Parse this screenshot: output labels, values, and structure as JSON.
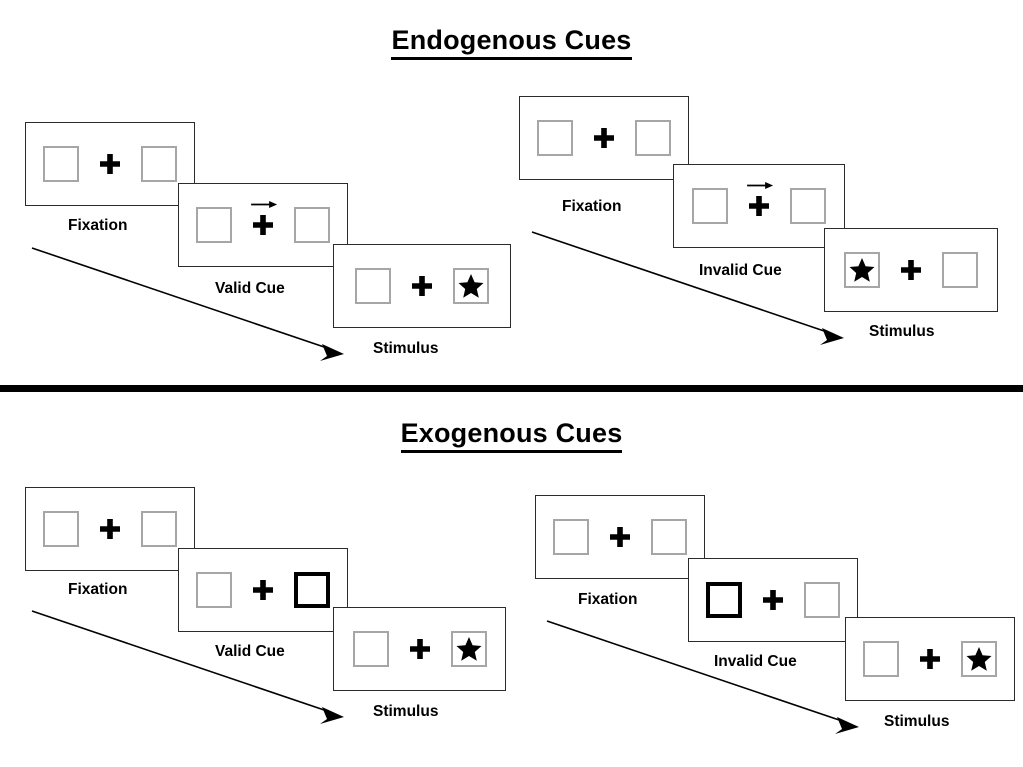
{
  "figure": {
    "type": "posner-cueing-paradigm",
    "background_color": "#ffffff",
    "ink_color": "#000000",
    "box_outline_color": "#a6a6a6",
    "cued_box_outline_color": "#000000"
  },
  "sections": [
    {
      "id": "endogenous",
      "title": "Endogenous Cues",
      "sequences": [
        {
          "id": "endogenous-valid",
          "condition": "valid",
          "panels": [
            {
              "label": "Fixation",
              "left_box": {
                "cued": false,
                "star": false
              },
              "right_box": {
                "cued": false,
                "star": false
              },
              "center_arrow": false,
              "center_symbol": "plus"
            },
            {
              "label": "Valid Cue",
              "left_box": {
                "cued": false,
                "star": false
              },
              "right_box": {
                "cued": false,
                "star": false
              },
              "center_arrow": true,
              "center_arrow_direction": "right",
              "center_symbol": "plus"
            },
            {
              "label": "Stimulus",
              "left_box": {
                "cued": false,
                "star": false
              },
              "right_box": {
                "cued": false,
                "star": true
              },
              "center_arrow": false,
              "center_symbol": "plus"
            }
          ]
        },
        {
          "id": "endogenous-invalid",
          "condition": "invalid",
          "panels": [
            {
              "label": "Fixation",
              "left_box": {
                "cued": false,
                "star": false
              },
              "right_box": {
                "cued": false,
                "star": false
              },
              "center_arrow": false,
              "center_symbol": "plus"
            },
            {
              "label": "Invalid Cue",
              "left_box": {
                "cued": false,
                "star": false
              },
              "right_box": {
                "cued": false,
                "star": false
              },
              "center_arrow": true,
              "center_arrow_direction": "right",
              "center_symbol": "plus"
            },
            {
              "label": "Stimulus",
              "left_box": {
                "cued": false,
                "star": true
              },
              "right_box": {
                "cued": false,
                "star": false
              },
              "center_arrow": false,
              "center_symbol": "plus"
            }
          ]
        }
      ]
    },
    {
      "id": "exogenous",
      "title": "Exogenous Cues",
      "sequences": [
        {
          "id": "exogenous-valid",
          "condition": "valid",
          "panels": [
            {
              "label": "Fixation",
              "left_box": {
                "cued": false,
                "star": false
              },
              "right_box": {
                "cued": false,
                "star": false
              },
              "center_arrow": false,
              "center_symbol": "plus"
            },
            {
              "label": "Valid Cue",
              "left_box": {
                "cued": false,
                "star": false
              },
              "right_box": {
                "cued": true,
                "star": false
              },
              "center_arrow": false,
              "center_symbol": "plus"
            },
            {
              "label": "Stimulus",
              "left_box": {
                "cued": false,
                "star": false
              },
              "right_box": {
                "cued": false,
                "star": true
              },
              "center_arrow": false,
              "center_symbol": "plus"
            }
          ]
        },
        {
          "id": "exogenous-invalid",
          "condition": "invalid",
          "panels": [
            {
              "label": "Fixation",
              "left_box": {
                "cued": false,
                "star": false
              },
              "right_box": {
                "cued": false,
                "star": false
              },
              "center_arrow": false,
              "center_symbol": "plus"
            },
            {
              "label": "Invalid Cue",
              "left_box": {
                "cued": true,
                "star": false
              },
              "right_box": {
                "cued": false,
                "star": false
              },
              "center_arrow": false,
              "center_symbol": "plus"
            },
            {
              "label": "Stimulus",
              "left_box": {
                "cued": false,
                "star": false
              },
              "right_box": {
                "cued": false,
                "star": true
              },
              "center_arrow": false,
              "center_symbol": "plus"
            }
          ]
        }
      ]
    }
  ],
  "time_arrows": [
    {
      "id": "endogenous-valid-time-arrow",
      "direction": "down-right"
    },
    {
      "id": "endogenous-invalid-time-arrow",
      "direction": "down-right"
    },
    {
      "id": "exogenous-valid-time-arrow",
      "direction": "down-right"
    },
    {
      "id": "exogenous-invalid-time-arrow",
      "direction": "down-right"
    }
  ],
  "icons": {
    "plus": "fixation-cross-icon",
    "star": "star-icon",
    "cue_arrow": "right-arrow-icon",
    "time_arrow": "diagonal-time-arrow-icon"
  }
}
